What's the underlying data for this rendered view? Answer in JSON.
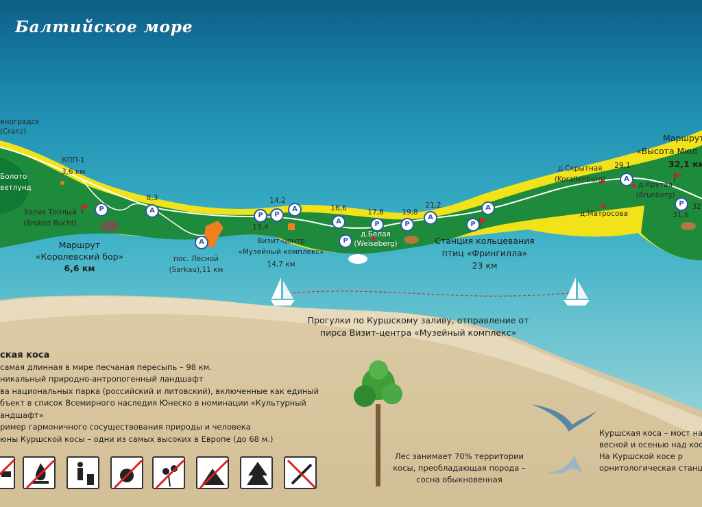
{
  "map": {
    "sea_title": "Балтийское море",
    "places": {
      "zelenogradsk": "еноградск",
      "cranz": "(Cranz)",
      "kpp1": "КПП-1",
      "kpp1_km": "3,6 км",
      "boloto": "Болото",
      "boloto2": "ветлунд",
      "zaliv": "Залив Теплый",
      "zaliv_de": "(Brokist Bucht)",
      "route1_title": "Маршрут",
      "route1_name": "«Королевский бор»",
      "route1_km": "6,6 км",
      "lesnoy": "пос. Лесной",
      "lesnoy_km": "(Sarkau),11 км",
      "visit1": "Визит-центр",
      "visit2": "«Музейный комплекс»",
      "visit_km": "14,7 км",
      "belaya": "д.Белая",
      "belaya_de": "(Weiseberg)",
      "station1": "Станция кольцевания",
      "station2": "птиц «Фрингилла»",
      "station_km": "23 км",
      "skrytnaya": "д.Скрытная",
      "skrytnaya_de": "(Korallenberg)",
      "krutaya": "д.Крутая",
      "krutaya_de": "(Brunberg)",
      "matrosova": "д.Матросова",
      "route2_title": "Маршрут",
      "route2_name": "«Высота Мюл",
      "route2_km": "32,1 км",
      "boat_tour1": "Прогулки по Куршскому заливу, отправление от",
      "boat_tour2": "пирса Визит-центра «Музейный комплекс»"
    },
    "km_marks": [
      "8,3",
      "14,2",
      "13,4",
      "16,6",
      "17,8",
      "19,8",
      "21,2",
      "29,1",
      "31,6",
      "32"
    ]
  },
  "info": {
    "heading": "ская коса",
    "lines": [
      "самая длинная в мире песчаная пересыпь – 98 км.",
      "никальный природно-антропогенный ландшафт",
      "ва национальных парка (российский и литовский), включенные как единый",
      "бъект в список Всемирного наследия Юнеско в номинации «Культурный",
      "андшафт»",
      "ример гармоничного сосуществования природы и человека",
      "юны Куршской косы – одни из самых высоких в Европе (до 68 м.)"
    ]
  },
  "forest_note": [
    "Лес занимает 70% территории",
    "косы, преобладающая порода –",
    "сосна обыкновенная"
  ],
  "bird_note": [
    "Куршская коса – мост на п",
    "весной и осенью над косо",
    "На Куршской косе р",
    "орнитологическая станци"
  ],
  "colors": {
    "sea": "#2b9bb8",
    "forest": "#1e8a3c",
    "dune": "#f2e21a",
    "sand": "#e5d4ad",
    "route": "#ffffff",
    "marker": "#2b5d9a",
    "flag": "#d8202a"
  }
}
